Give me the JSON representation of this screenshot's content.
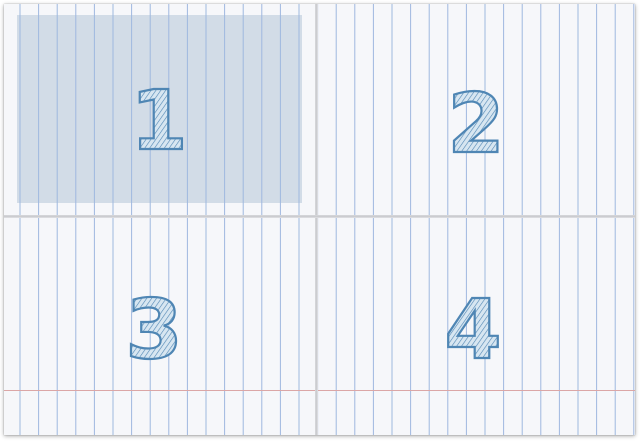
{
  "colors": {
    "paper": "#f6f7fa",
    "rule_blue": "#9fb8df",
    "margin_red": "#dba6a6",
    "selection": "#c9d8e6",
    "digit_stroke": "#4f86b4",
    "digit_fill": "#d7e6f1"
  },
  "panes": [
    {
      "number": "1",
      "selected": true
    },
    {
      "number": "2",
      "selected": false
    },
    {
      "number": "3",
      "selected": false
    },
    {
      "number": "4",
      "selected": false
    }
  ]
}
